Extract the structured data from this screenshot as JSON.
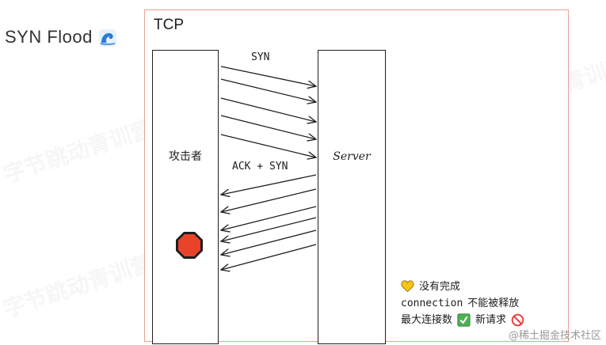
{
  "slide": {
    "title": "SYN Flood"
  },
  "diagram": {
    "title": "TCP",
    "attacker_label": "攻击者",
    "server_label": "Server",
    "syn_label": "SYN",
    "ack_syn_label": "ACK + SYN"
  },
  "note": {
    "line1": "没有完成",
    "line2_mono": "connection",
    "line2_text": "不能被释放",
    "line3_a": "最大连接数",
    "line3_b": "新请求"
  },
  "watermark": "字节跳动青训营",
  "credit": "@稀土掘金技术社区"
}
